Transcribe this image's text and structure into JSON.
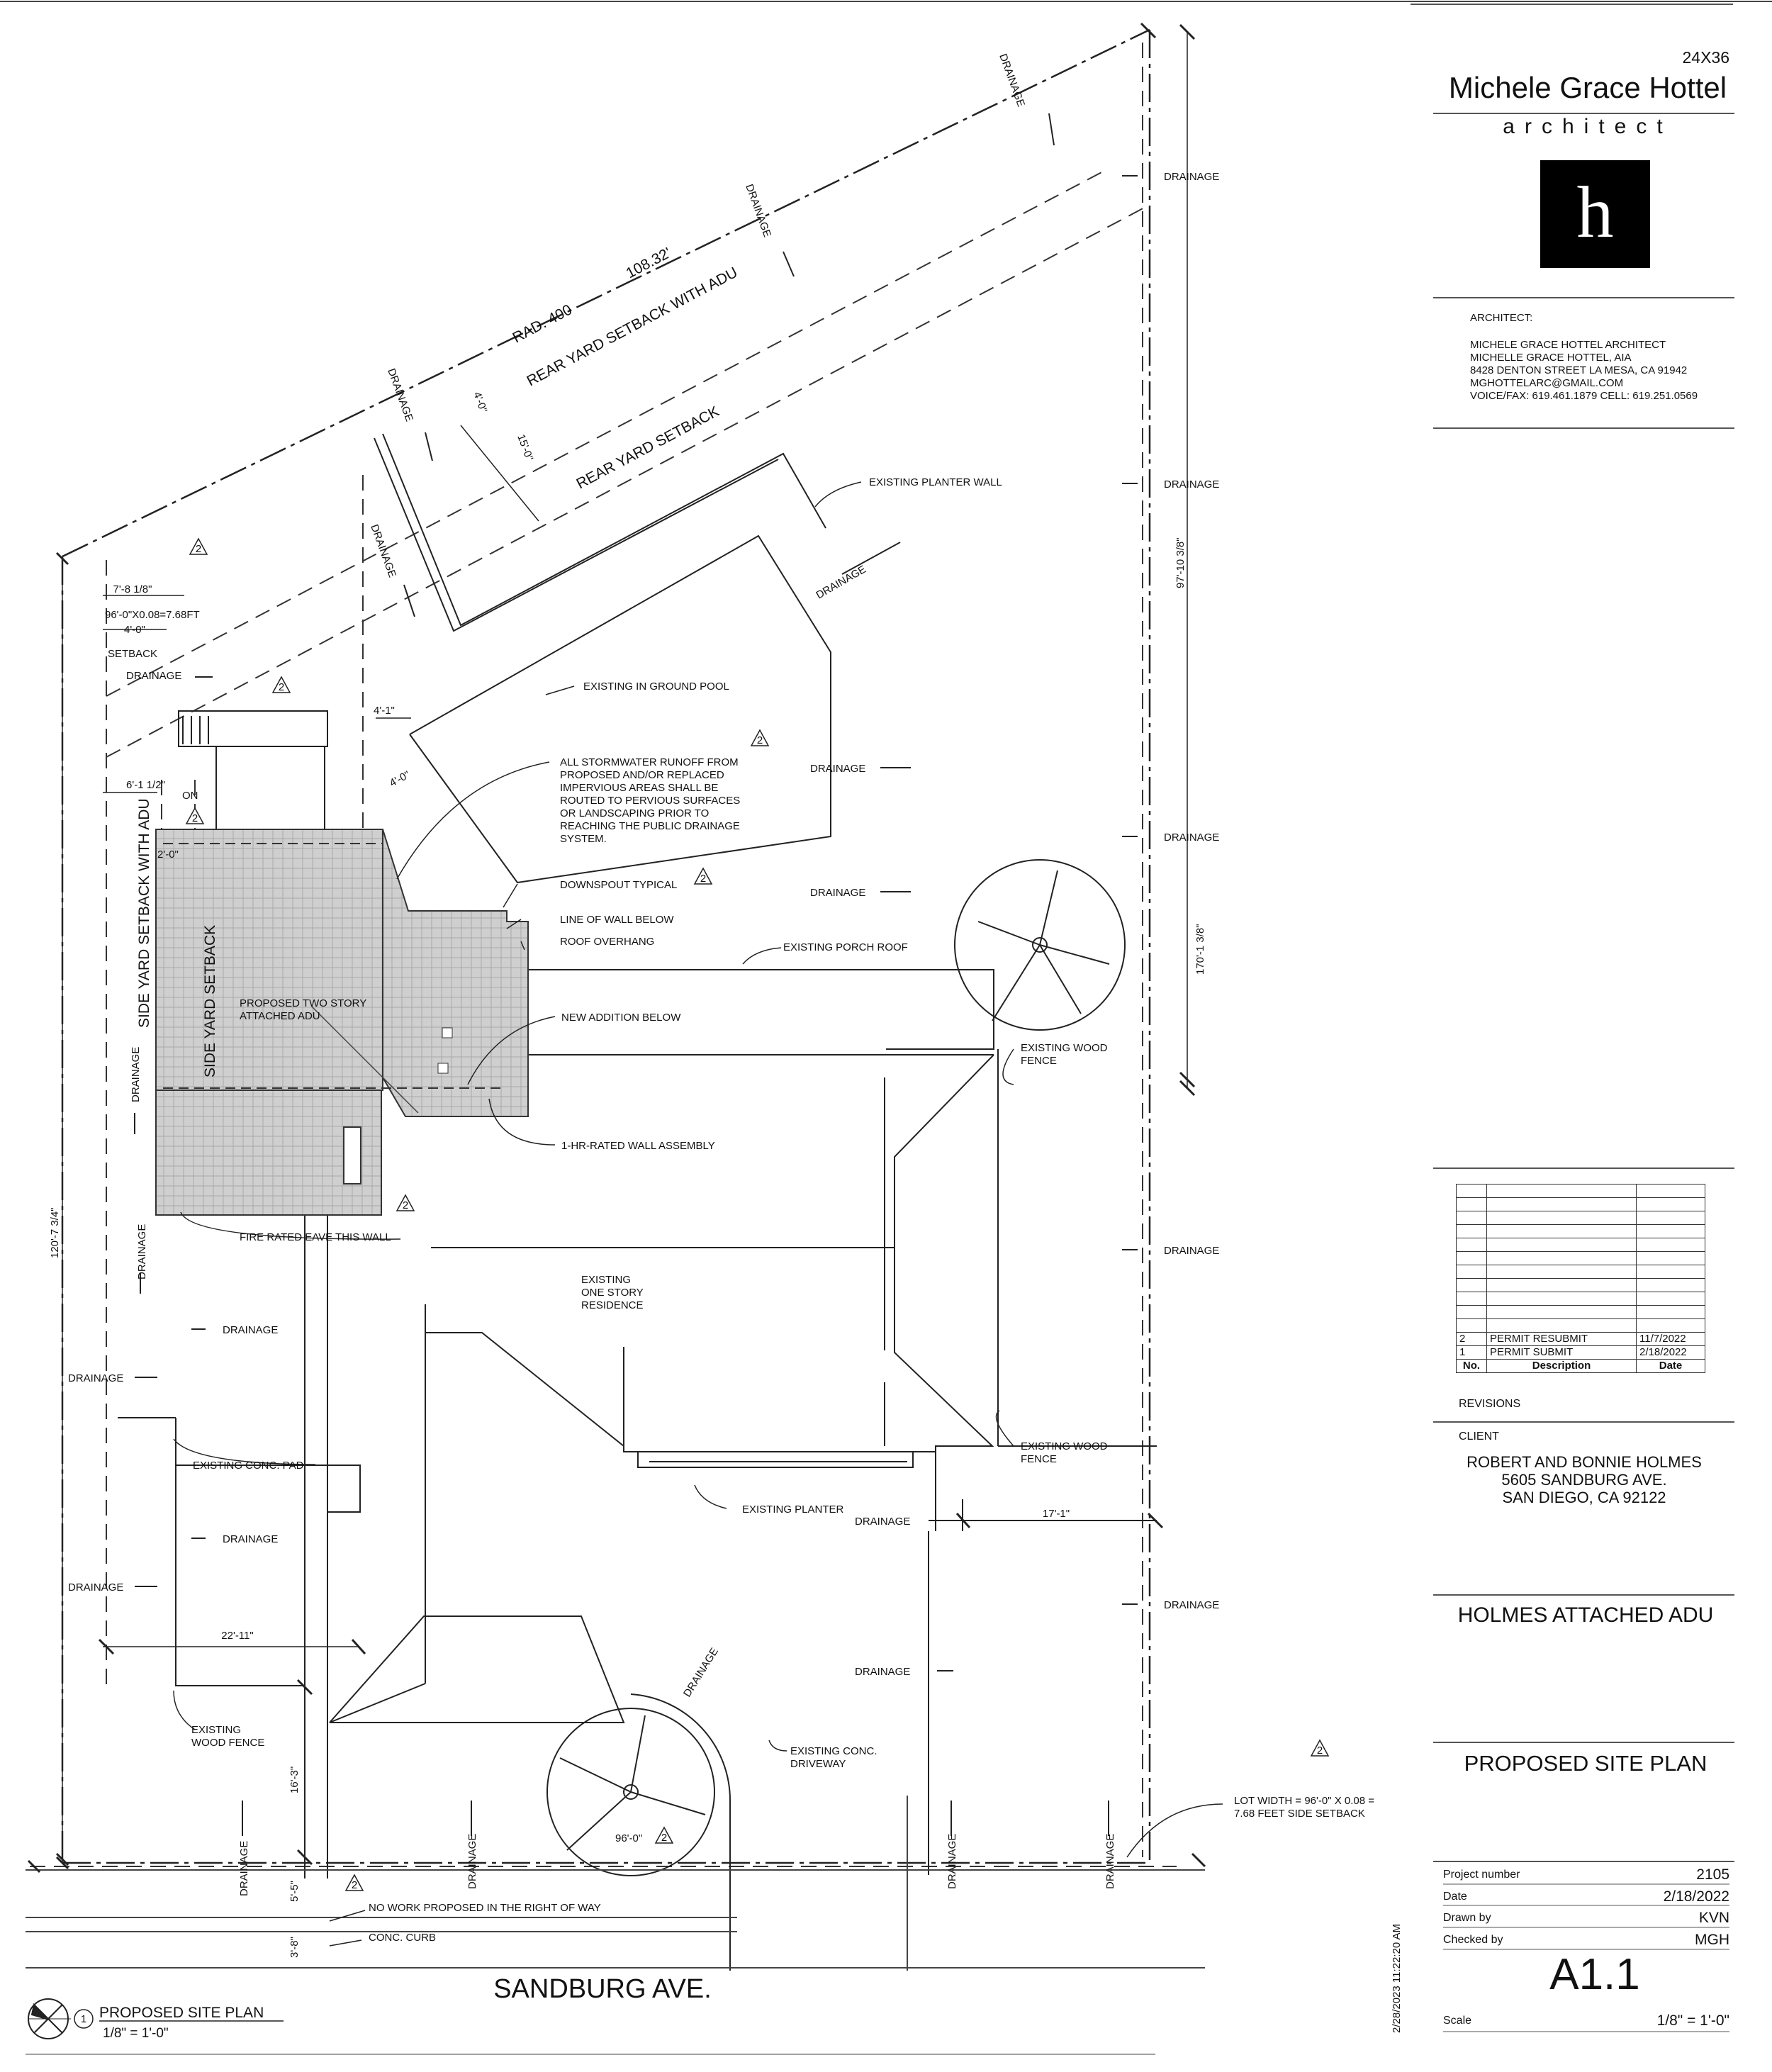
{
  "title_block": {
    "sheet_size": "24X36",
    "firm_name": "Michele Grace Hottel",
    "firm_subtitle": "architect",
    "logo_letter": "h",
    "architect_label": "ARCHITECT:",
    "architect_lines": [
      "MICHELE GRACE HOTTEL ARCHITECT",
      "MICHELLE GRACE HOTTEL, AIA",
      "8428 DENTON STREET LA MESA, CA 91942",
      "MGHOTTELARC@GMAIL.COM",
      "VOICE/FAX: 619.461.1879 CELL: 619.251.0569"
    ],
    "revisions": {
      "label": "REVISIONS",
      "headers": [
        "No.",
        "Description",
        "Date"
      ],
      "rows": [
        {
          "no": "2",
          "description": "PERMIT RESUBMIT",
          "date": "11/7/2022"
        },
        {
          "no": "1",
          "description": "PERMIT SUBMIT",
          "date": "2/18/2022"
        }
      ]
    },
    "client_label": "CLIENT",
    "client_lines": [
      "ROBERT AND BONNIE HOLMES",
      "5605 SANDBURG AVE.",
      "SAN DIEGO, CA 92122"
    ],
    "project_title": "HOLMES ATTACHED ADU",
    "sheet_title": "PROPOSED SITE PLAN",
    "project_number_label": "Project number",
    "project_number": "2105",
    "date_label": "Date",
    "date": "2/18/2022",
    "drawn_by_label": "Drawn by",
    "drawn_by": "KVN",
    "checked_by_label": "Checked by",
    "checked_by": "MGH",
    "sheet_number": "A1.1",
    "scale_label": "Scale",
    "scale": "1/8\" = 1'-0\"",
    "plot_stamp": "2/28/2023 11:22:20 AM"
  },
  "plan": {
    "street_name": "SANDBURG AVE.",
    "view_title": "PROPOSED SITE PLAN",
    "view_number": "1",
    "view_scale": "1/8\" = 1'-0\"",
    "revision_tag": "2",
    "drainage": "DRAINAGE",
    "labels": {
      "existing_planter_wall": "EXISTING PLANTER WALL",
      "existing_pool": "EXISTING IN GROUND POOL",
      "stormwater_note": [
        "ALL STORMWATER RUNOFF FROM",
        "PROPOSED AND/OR REPLACED",
        "IMPERVIOUS AREAS SHALL BE",
        "ROUTED TO PERVIOUS SURFACES",
        "OR LANDSCAPING PRIOR TO",
        "REACHING THE PUBLIC DRAINAGE",
        "SYSTEM."
      ],
      "downspout": "DOWNSPOUT TYPICAL",
      "line_of_wall": "LINE OF WALL BELOW",
      "roof_overhang": "ROOF OVERHANG",
      "porch_roof": "EXISTING PORCH ROOF",
      "proposed_adu": [
        "PROPOSED TWO STORY",
        "ATTACHED ADU"
      ],
      "new_addition": "NEW ADDITION BELOW",
      "wood_fence_1": [
        "EXISTING WOOD",
        "FENCE"
      ],
      "one_hr_wall": "1-HR-RATED WALL ASSEMBLY",
      "fire_rated_eave": "FIRE RATED EAVE THIS WALL",
      "residence": [
        "EXISTING",
        "ONE STORY",
        "RESIDENCE"
      ],
      "conc_pad": "EXISTING CONC. PAD",
      "wood_fence_2": [
        "EXISTING WOOD",
        "FENCE"
      ],
      "existing_planter": "EXISTING PLANTER",
      "wood_fence_3": [
        "EXISTING",
        "WOOD FENCE"
      ],
      "driveway": [
        "EXISTING CONC.",
        "DRIVEWAY"
      ],
      "lot_width": [
        "LOT WIDTH = 96'-0\" X 0.08 =",
        "7.68 FEET SIDE SETBACK"
      ],
      "no_work_row": "NO WORK PROPOSED IN THE RIGHT OF WAY",
      "conc_curb": "CONC. CURB",
      "rad": "RAD. 400",
      "arc_length": "108.32'",
      "rear_setback_adu": "REAR YARD SETBACK WITH ADU",
      "rear_setback": "REAR YARD SETBACK",
      "side_setback_adu": "SIDE YARD SETBACK WITH ADU",
      "side_setback": "SIDE YARD SETBACK",
      "setback": "SETBACK",
      "on": "ON"
    },
    "dimensions": {
      "d_7_8": "7'-8 1/8\"",
      "d_calc": "96'-0\"X0.08=7.68FT",
      "d_4_0a": "4'-0\"",
      "d_6_1": "6'-1 1/2\"",
      "d_2_0": "2'-0\"",
      "d_4_1": "4'-1\"",
      "d_4_0b": "4'-0\"",
      "d_4_0c": "4'-0\"",
      "d_15_0": "15'-0\"",
      "d_97_10": "97'-10 3/8\"",
      "d_170_1": "170'-1 3/8\"",
      "d_120_7": "120'-7 3/4\"",
      "d_17_1": "17'-1\"",
      "d_22_11": "22'-11\"",
      "d_16_3": "16'-3\"",
      "d_96_0": "96'-0\"",
      "d_5_5": "5'-5\"",
      "d_3_8": "3'-8\""
    }
  }
}
